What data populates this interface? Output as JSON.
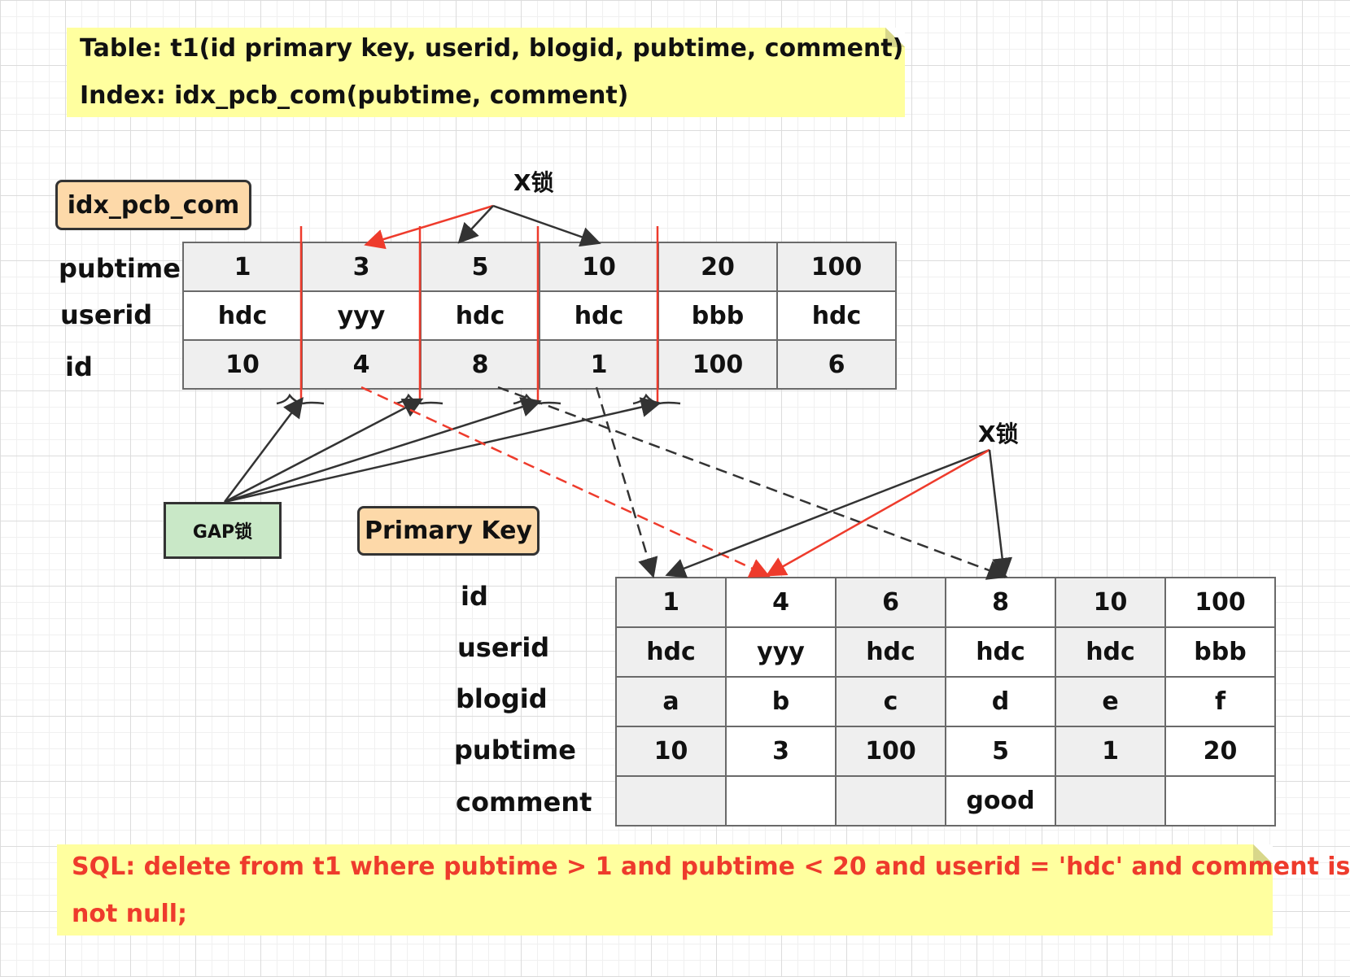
{
  "info_note": {
    "table_line": "Table: t1(id primary key,  userid,  blogid,  pubtime,  comment)",
    "index_line": "Index: idx_pcb_com(pubtime, comment)"
  },
  "index_section": {
    "title": "idx_pcb_com",
    "row_labels": [
      "pubtime",
      "userid",
      "id"
    ],
    "rows": [
      [
        "1",
        "3",
        "5",
        "10",
        "20",
        "100"
      ],
      [
        "hdc",
        "yyy",
        "hdc",
        "hdc",
        "bbb",
        "hdc"
      ],
      [
        "10",
        "4",
        "8",
        "1",
        "100",
        "6"
      ]
    ]
  },
  "primary_section": {
    "title": "Primary Key",
    "row_labels": [
      "id",
      "userid",
      "blogid",
      "pubtime",
      "comment"
    ],
    "rows": [
      [
        "1",
        "4",
        "6",
        "8",
        "10",
        "100"
      ],
      [
        "hdc",
        "yyy",
        "hdc",
        "hdc",
        "hdc",
        "bbb"
      ],
      [
        "a",
        "b",
        "c",
        "d",
        "e",
        "f"
      ],
      [
        "10",
        "3",
        "100",
        "5",
        "1",
        "20"
      ],
      [
        "",
        "",
        "",
        "good",
        "",
        ""
      ]
    ]
  },
  "locks": {
    "x_lock_label": "X锁",
    "gap_lock_label": "GAP锁"
  },
  "sql_note": {
    "line1": "SQL: delete from t1 where pubtime > 1 and pubtime < 20 and userid = 'hdc' and comment is",
    "line2": "not null;"
  },
  "colors": {
    "red": "#ee3b2c",
    "dark": "#333333",
    "note_yellow": "#ffff9f",
    "label_orange": "#fdd9a9",
    "gap_green": "#c9e8c7",
    "cell_shaded": "#efefef"
  }
}
